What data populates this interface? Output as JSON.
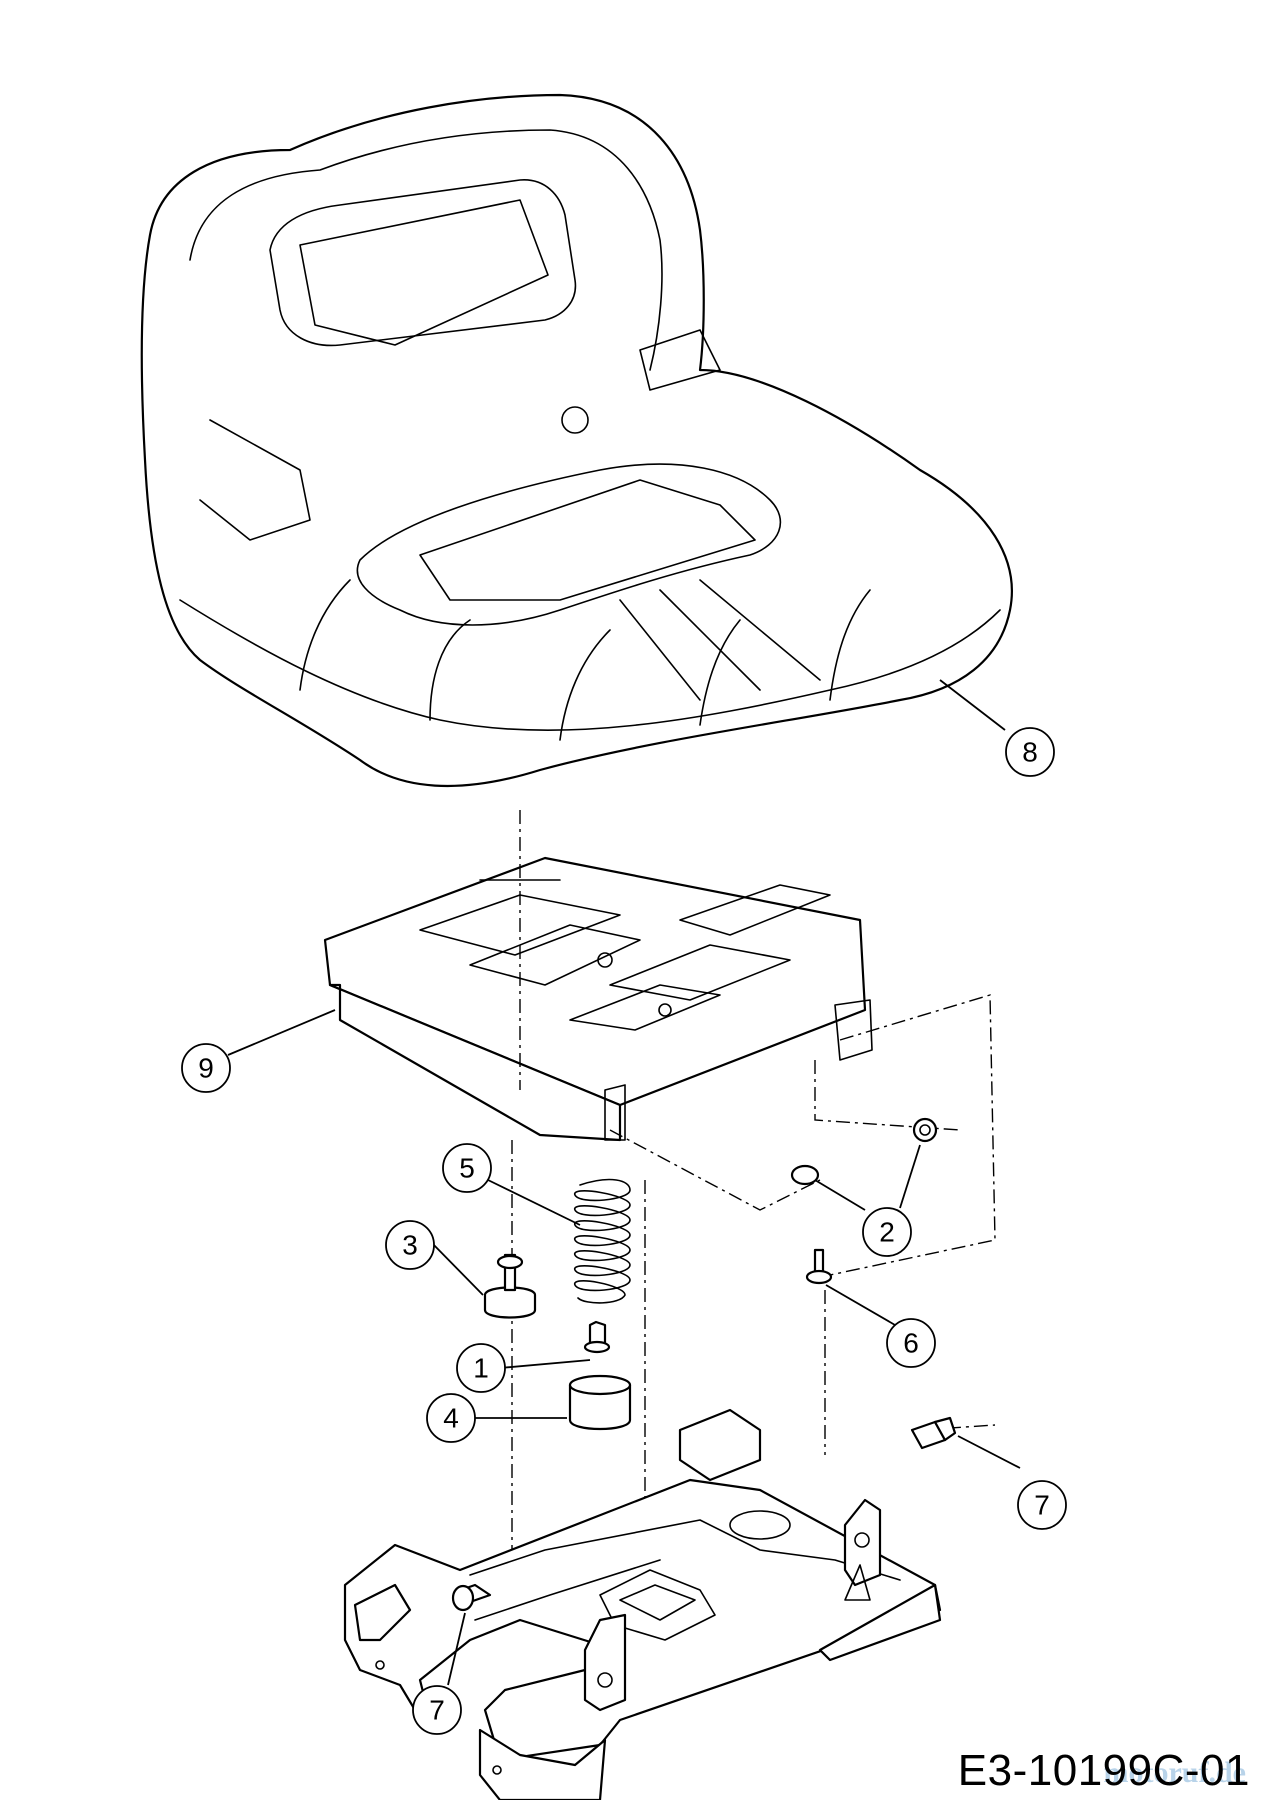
{
  "callouts": [
    {
      "id": "1",
      "label": "1"
    },
    {
      "id": "2",
      "label": "2"
    },
    {
      "id": "3",
      "label": "3"
    },
    {
      "id": "4",
      "label": "4"
    },
    {
      "id": "5",
      "label": "5"
    },
    {
      "id": "6",
      "label": "6"
    },
    {
      "id": "7a",
      "label": "7"
    },
    {
      "id": "7b",
      "label": "7"
    },
    {
      "id": "8",
      "label": "8"
    },
    {
      "id": "9",
      "label": "9"
    }
  ],
  "drawing_code": "E3-10199C-01",
  "watermark": "motoruf.de"
}
